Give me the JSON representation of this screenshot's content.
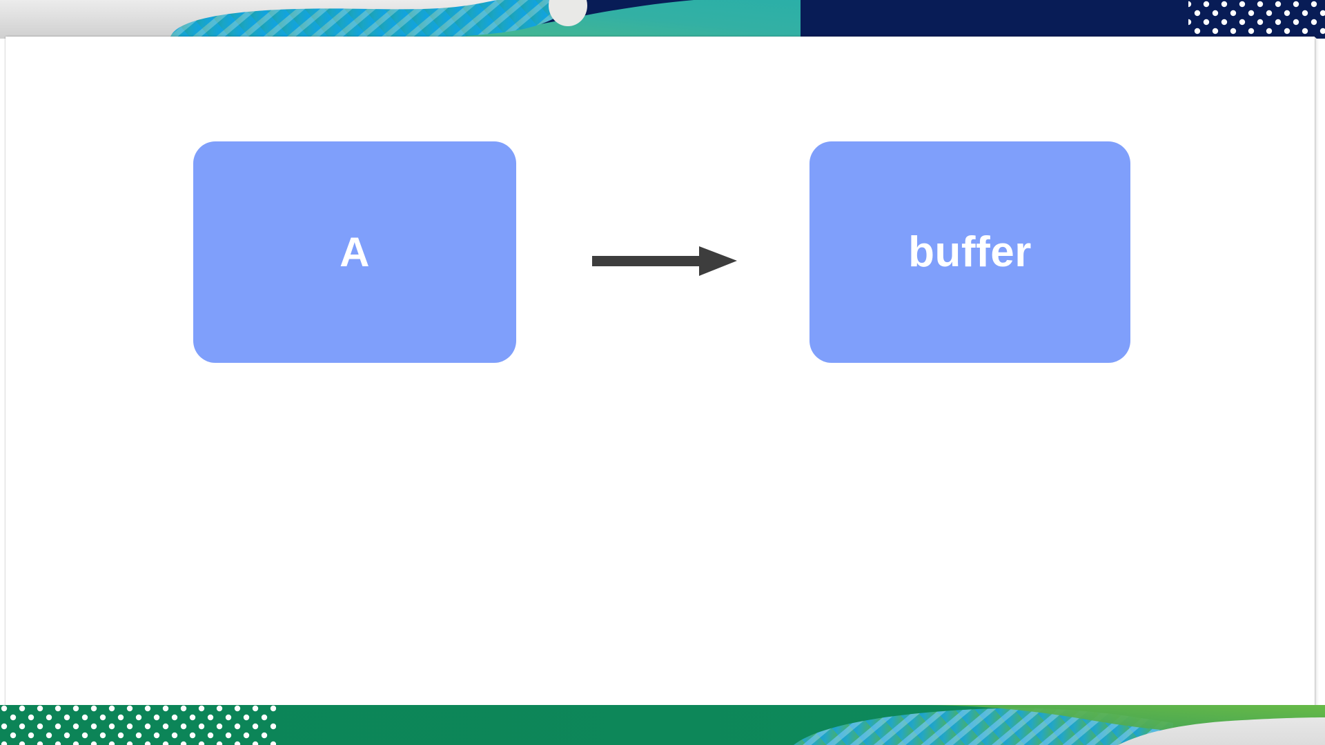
{
  "slide": {
    "background_color": "#FFFFFF",
    "canvas_shadow": true
  },
  "theme": {
    "node_fill": "#7F9FFB",
    "node_text_color": "#FFFFFF",
    "arrow_color": "#3D3D3D",
    "band_navy": "#081C56",
    "band_green": "#0C8457",
    "band_teal": "#1FA8A0",
    "band_blue": "#129BDE",
    "band_light_gray": "#E6E6E6",
    "band_dot_color": "#FFFFFF"
  },
  "decorations": {
    "top_band": {
      "name": "top-decorative-band",
      "elements": [
        "light-gray-swoosh",
        "striped-teal-blue-wave",
        "teal-green-gradient-shape",
        "light-circle",
        "navy-field",
        "white-polka-dots"
      ]
    },
    "bottom_band": {
      "name": "bottom-decorative-band",
      "elements": [
        "green-field",
        "white-polka-dots",
        "striped-blue-wave",
        "green-gradient-shape",
        "light-gray-swoosh"
      ]
    }
  },
  "diagram": {
    "type": "flow",
    "nodes": [
      {
        "id": "a",
        "label": "A"
      },
      {
        "id": "buffer",
        "label": "buffer"
      }
    ],
    "edges": [
      {
        "from": "a",
        "to": "buffer",
        "label": "",
        "arrow": "single-right"
      }
    ]
  }
}
